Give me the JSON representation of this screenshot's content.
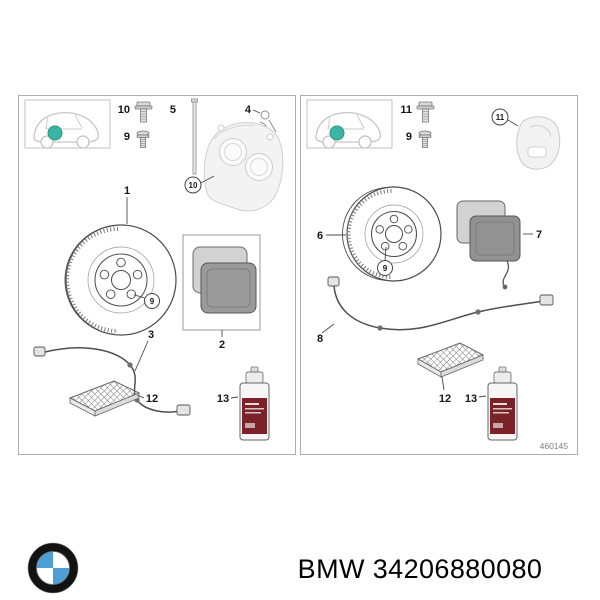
{
  "footer": {
    "label": "BMW 34206880080",
    "logo_text": "BMW"
  },
  "sheet": {
    "number": "460145"
  },
  "left": {
    "callout_disc": "1",
    "callout_pads": "2",
    "callout_sensor": "3",
    "callout_clip": "4",
    "callout_pin": "5",
    "callout_bolt9": "9",
    "callout_bolt10": "10",
    "callout_caliper": "10",
    "callout_hub": "9",
    "callout_kit": "12",
    "callout_spray": "13"
  },
  "right": {
    "callout_disc": "6",
    "callout_pads": "7",
    "callout_cable": "8",
    "callout_bolt9": "9",
    "callout_bolt11": "11",
    "callout_carrier": "11",
    "callout_hub": "9",
    "callout_kit": "12",
    "callout_spray": "13"
  },
  "colors": {
    "teal_marker": "#3cb4a4",
    "bmw_blue": "#4d9fd6",
    "spray_label": "#7a2228"
  }
}
